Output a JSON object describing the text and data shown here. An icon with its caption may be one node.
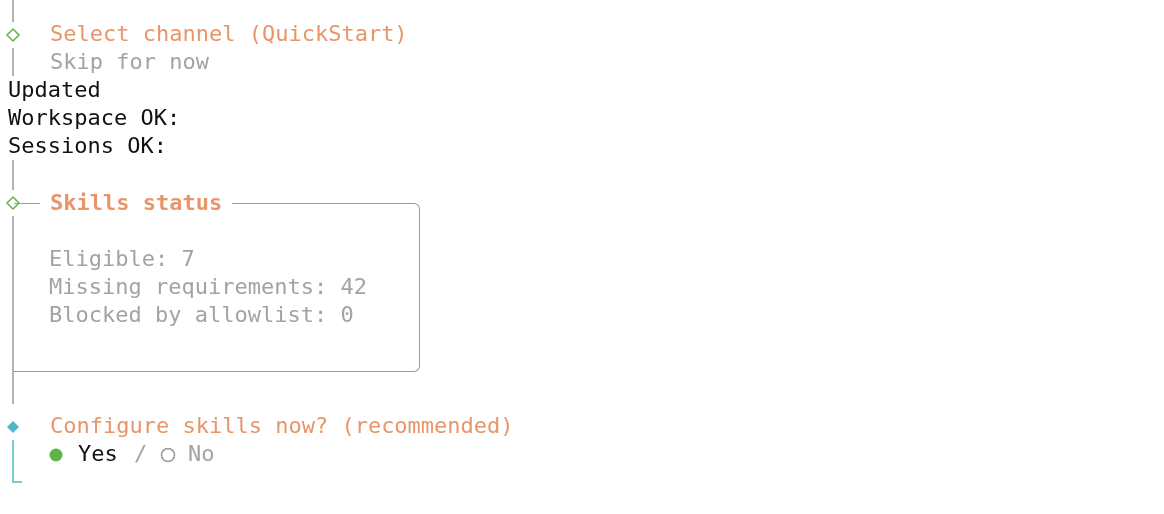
{
  "diagram": {
    "nodes": [
      {
        "text": [
          "Skills status",
          "Eligible: 7",
          "Missing requirements: 42",
          "Blocked by allowlist: 0"
        ]
      }
    ],
    "labels": [
      "Select channel (QuickStart)",
      "Skip for now",
      "Updated",
      "Workspace OK:",
      "Sessions OK:",
      "Configure skills now? (recommended)",
      "Yes",
      "/",
      "No"
    ]
  }
}
